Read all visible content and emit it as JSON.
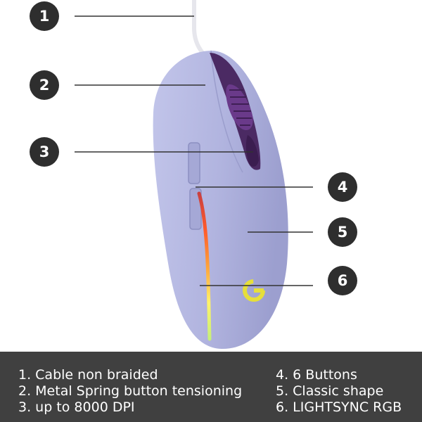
{
  "callouts": [
    "1",
    "2",
    "3",
    "4",
    "5",
    "6"
  ],
  "features": {
    "left": [
      "1. Cable non braided",
      "2. Metal Spring button tensioning",
      "3. up to 8000 DPI"
    ],
    "right": [
      "4. 6 Buttons",
      "5. Classic shape",
      "6. LIGHTSYNC RGB"
    ]
  },
  "colors": {
    "mouse_body": "#b3b6e0",
    "scroll_wheel": "#5a2d73",
    "callout_bg": "#2e2e2e",
    "panel_bg": "#404040",
    "logo": "#e6df3a"
  }
}
